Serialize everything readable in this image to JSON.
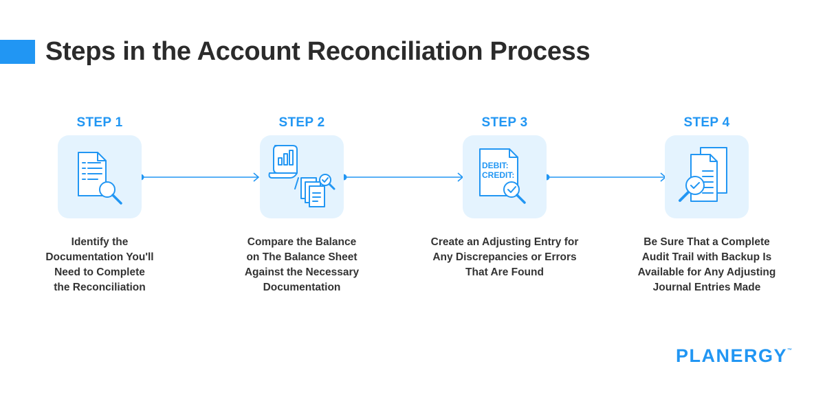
{
  "title": "Steps in the Account Reconciliation Process",
  "colors": {
    "accent": "#2196f3",
    "icon_bg": "#e4f3fe",
    "text": "#2b2b2b"
  },
  "steps": [
    {
      "label": "STEP 1",
      "icon": "document-search-icon",
      "description": [
        "Identify the",
        "Documentation You'll",
        "Need to Complete",
        "the Reconciliation"
      ]
    },
    {
      "label": "STEP 2",
      "icon": "chart-compare-documents-icon",
      "description": [
        "Compare the Balance",
        "on The Balance Sheet",
        "Against the Necessary",
        "Documentation"
      ]
    },
    {
      "label": "STEP 3",
      "icon": "debit-credit-check-icon",
      "icon_text": [
        "DEBIT:",
        "CREDIT:"
      ],
      "description": [
        "Create an Adjusting Entry for",
        "Any Discrepancies or Errors",
        "That Are Found"
      ]
    },
    {
      "label": "STEP 4",
      "icon": "audit-trail-documents-icon",
      "description": [
        "Be Sure That a Complete",
        "Audit Trail with Backup Is",
        "Available for Any Adjusting",
        "Journal Entries Made"
      ]
    }
  ],
  "logo": {
    "text": "PLANERGY",
    "tm": "™"
  }
}
